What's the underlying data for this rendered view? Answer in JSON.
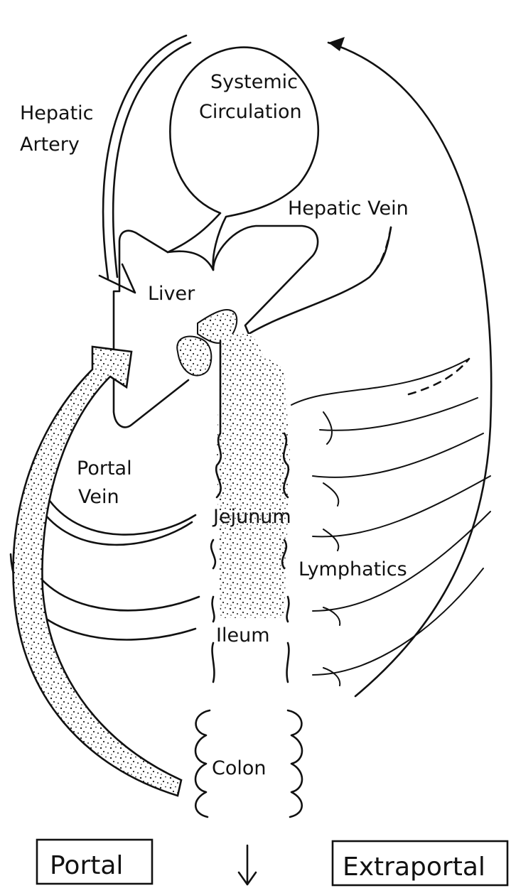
{
  "labels": {
    "systemic_1": "Systemic",
    "systemic_2": "Circulation",
    "hepatic_artery_1": "Hepatic",
    "hepatic_artery_2": "Artery",
    "hepatic_vein": "Hepatic Vein",
    "liver": "Liver",
    "portal_vein_1": "Portal",
    "portal_vein_2": "Vein",
    "jejunum": "Jejunum",
    "lymphatics": "Lymphatics",
    "ileum": "Ileum",
    "colon": "Colon",
    "portal_box": "Portal",
    "extraportal_box": "Extraportal"
  }
}
